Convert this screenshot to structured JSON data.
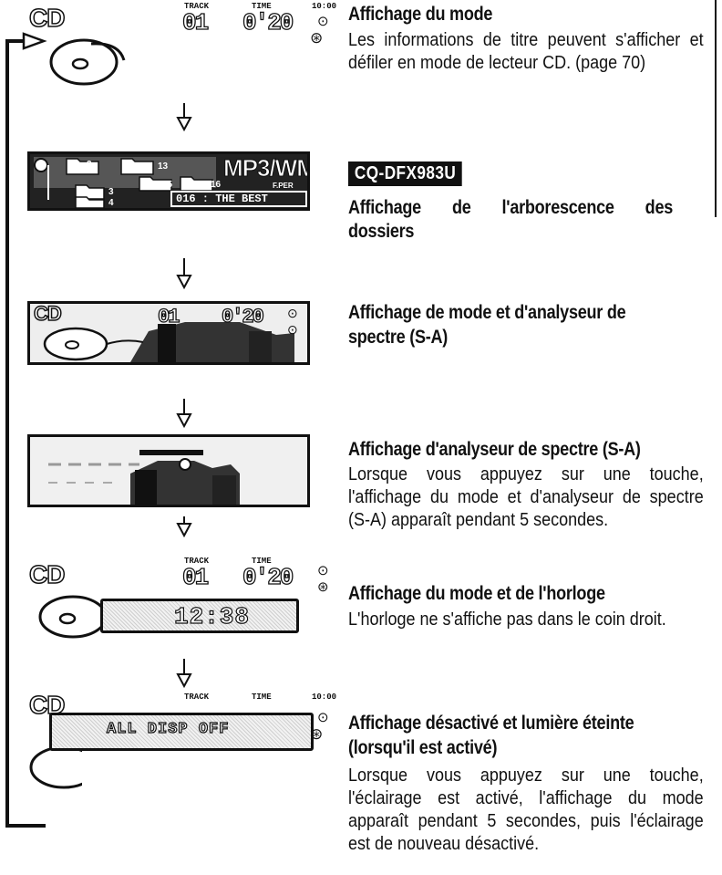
{
  "sections": [
    {
      "heading": "Affichage du mode",
      "body": "Les informations de titre peuvent s'afficher et défiler en mode de lecteur CD. (page 70)",
      "display": {
        "logo": "CD",
        "track_label": "TRACK",
        "track": "01",
        "time_label": "TIME",
        "time": "0'20",
        "clock": "10:00"
      }
    },
    {
      "badge": "CQ-DFX983U",
      "heading_line1": "Affichage de l'arborescence des",
      "heading_line2": "dossiers",
      "display": {
        "title": "MP3/WMA",
        "folder_a": "2",
        "folder_b": "15",
        "folder_c": "13",
        "folder_d": "16",
        "folder_e": "3",
        "folder_f": "4",
        "file": "016 : THE BEST",
        "label": "F.PER"
      }
    },
    {
      "heading_line1": "Affichage de mode et d'analyseur de",
      "heading_line2": "spectre (S-A)",
      "display": {
        "logo": "CD",
        "track": "01",
        "time": "0'20"
      }
    },
    {
      "heading": "Affichage d'analyseur de spectre (S-A)",
      "body": "Lorsque vous appuyez sur une touche, l'affichage du mode et d'analyseur de spectre (S-A) apparaît pendant 5 secondes."
    },
    {
      "heading": "Affichage du mode et de l'horloge",
      "body": "L'horloge ne s'affiche pas dans le coin droit.",
      "display": {
        "logo": "CD",
        "track_label": "TRACK",
        "track": "01",
        "time_label": "TIME",
        "time": "0'20",
        "clock": "12:38"
      }
    },
    {
      "heading_line1": "Affichage désactivé et lumière éteinte",
      "heading_line2": "(lorsqu'il est activé)",
      "body": "Lorsque vous appuyez sur une touche, l'éclairage est activé, l'affichage du mode apparaît pendant 5 secondes, puis l'éclairage est de nouveau désactivé.",
      "display": {
        "logo": "CD",
        "track_label": "TRACK",
        "time_label": "TIME",
        "clock": "10:00",
        "message": "ALL DISP OFF"
      }
    }
  ]
}
